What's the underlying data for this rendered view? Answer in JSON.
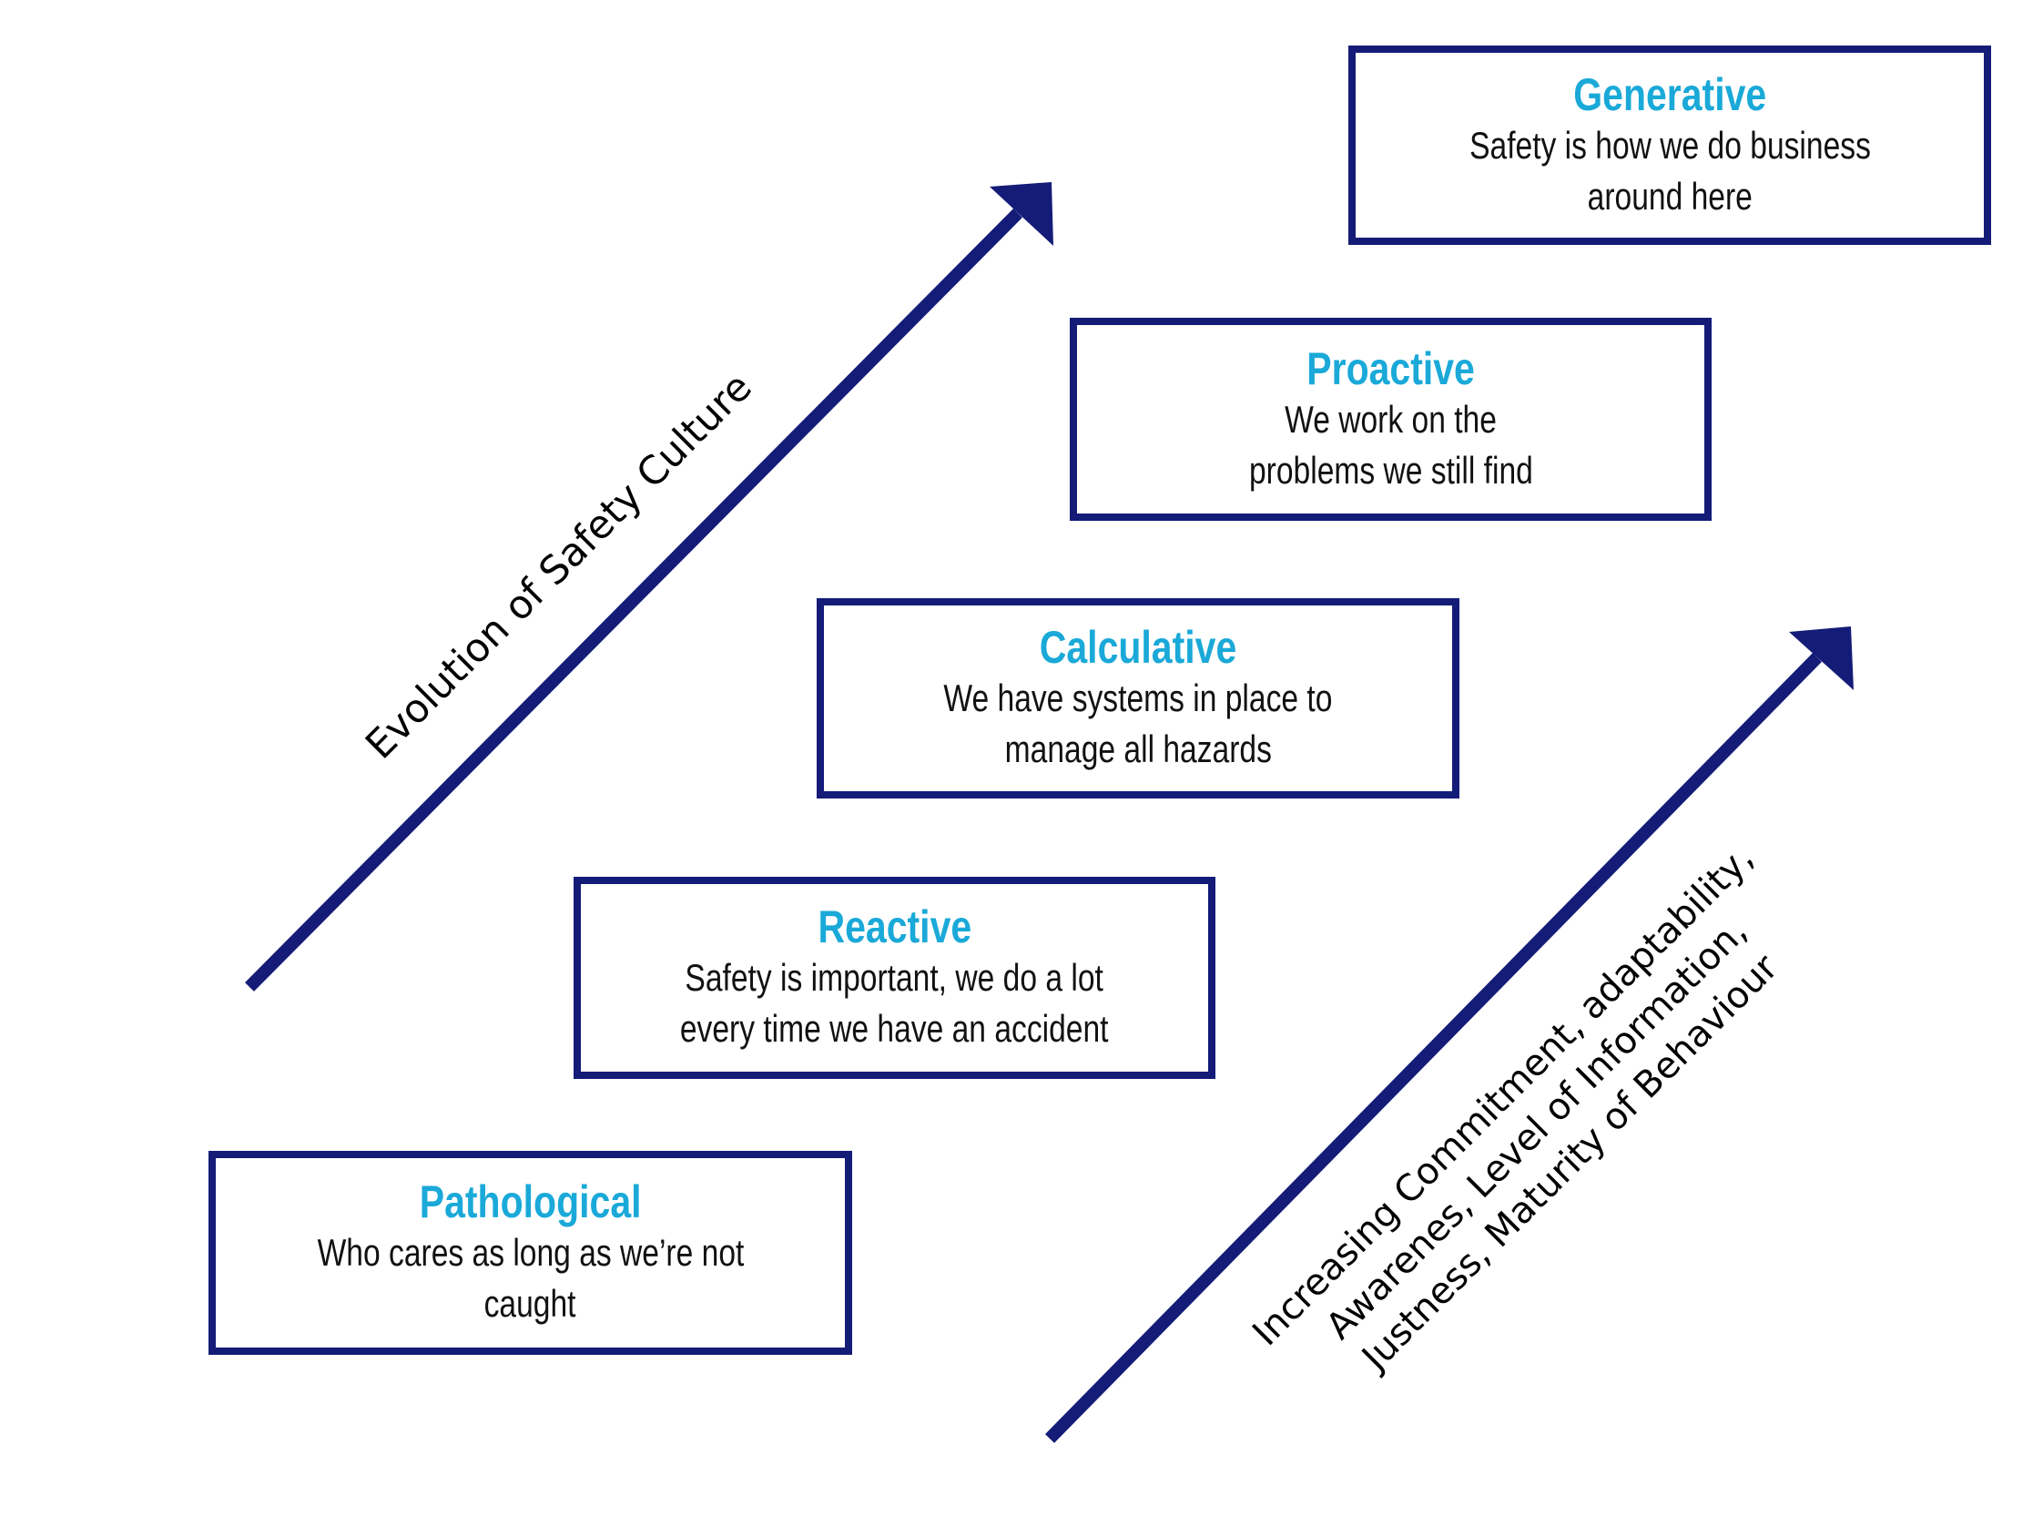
{
  "diagram": {
    "title": "Evolution of Safety Culture",
    "colors": {
      "border": "#141c78",
      "arrow": "#141c78",
      "stage_title": "#1aa9d8",
      "text": "#111111"
    },
    "stages": [
      {
        "name": "Pathological",
        "description_lines": [
          "Who cares as long as we’re not",
          "caught"
        ]
      },
      {
        "name": "Reactive",
        "description_lines": [
          "Safety is important, we do a lot",
          "every time we have an accident"
        ]
      },
      {
        "name": "Calculative",
        "description_lines": [
          "We have systems in place to",
          "manage all hazards"
        ]
      },
      {
        "name": "Proactive",
        "description_lines": [
          "We work on the",
          "problems we still find"
        ]
      },
      {
        "name": "Generative",
        "description_lines": [
          "Safety is how we do business",
          "around here"
        ]
      }
    ],
    "left_arrow_label": "Evolution of Safety Culture",
    "right_arrow_label_lines": [
      "Increasing Commitment, adaptability,",
      "Awarenes, Level of Information,",
      "Justness, Maturity of Behaviour"
    ]
  }
}
